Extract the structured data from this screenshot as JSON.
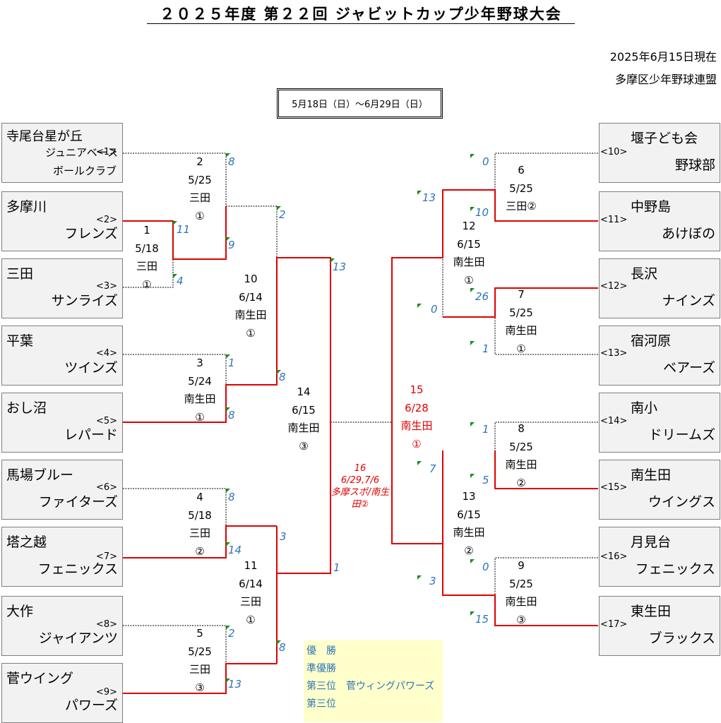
{
  "title": "２０２５年度 第２２回 ジャビットカップ少年野球大会",
  "as_of": "2025年6月15日現在",
  "organizer": "多摩区少年野球連盟",
  "date_range": "5月18日（日）～6月29日（日）",
  "teams_left": [
    {
      "lines": [
        "寺尾台星が丘",
        "ジュニアベース",
        "ボールクラブ"
      ],
      "seed": "<1>"
    },
    {
      "lines": [
        "多摩川",
        "フレンズ"
      ],
      "seed": "<2>"
    },
    {
      "lines": [
        "三田",
        "サンライズ"
      ],
      "seed": "<3>"
    },
    {
      "lines": [
        "平葉",
        "ツインズ"
      ],
      "seed": "<4>"
    },
    {
      "lines": [
        "おし沼",
        "レパード"
      ],
      "seed": "<5>"
    },
    {
      "lines": [
        "馬場ブルー",
        "ファイターズ"
      ],
      "seed": "<6>"
    },
    {
      "lines": [
        "塔之越",
        "フェニックス"
      ],
      "seed": "<7>"
    },
    {
      "lines": [
        "大作",
        "ジャイアンツ"
      ],
      "seed": "<8>"
    },
    {
      "lines": [
        "菅ウイング",
        "パワーズ"
      ],
      "seed": "<9>"
    }
  ],
  "teams_right": [
    {
      "lines": [
        "堰子ども会",
        "野球部"
      ],
      "seed": "<10>"
    },
    {
      "lines": [
        "中野島",
        "あけぼの"
      ],
      "seed": "<11>"
    },
    {
      "lines": [
        "長沢",
        "ナインズ"
      ],
      "seed": "<12>"
    },
    {
      "lines": [
        "宿河原",
        "ベアーズ"
      ],
      "seed": "<13>"
    },
    {
      "lines": [
        "南小",
        "ドリームズ"
      ],
      "seed": "<14>"
    },
    {
      "lines": [
        "南生田",
        "ウイングス"
      ],
      "seed": "<15>"
    },
    {
      "lines": [
        "月見台",
        "フェニックス"
      ],
      "seed": "<16>"
    },
    {
      "lines": [
        "東生田",
        "ブラックス"
      ],
      "seed": "<17>"
    }
  ],
  "games": [
    {
      "no": "1",
      "date": "5/18",
      "venue": "三田",
      "field": "①"
    },
    {
      "no": "2",
      "date": "5/25",
      "venue": "三田",
      "field": "①"
    },
    {
      "no": "3",
      "date": "5/24",
      "venue": "南生田",
      "field": "①"
    },
    {
      "no": "4",
      "date": "5/18",
      "venue": "三田",
      "field": "②"
    },
    {
      "no": "5",
      "date": "5/25",
      "venue": "三田",
      "field": "③"
    },
    {
      "no": "6",
      "date": "5/25",
      "venue": "三田②"
    },
    {
      "no": "7",
      "date": "5/25",
      "venue": "南生田",
      "field": "①"
    },
    {
      "no": "8",
      "date": "5/25",
      "venue": "南生田",
      "field": "②"
    },
    {
      "no": "9",
      "date": "5/25",
      "venue": "南生田",
      "field": "③"
    },
    {
      "no": "10",
      "date": "6/14",
      "venue": "南生田",
      "field": "①"
    },
    {
      "no": "11",
      "date": "6/14",
      "venue": "三田",
      "field": "①"
    },
    {
      "no": "12",
      "date": "6/15",
      "venue": "南生田",
      "field": "①"
    },
    {
      "no": "13",
      "date": "6/15",
      "venue": "南生田",
      "field": "②"
    },
    {
      "no": "14",
      "date": "6/15",
      "venue": "南生田",
      "field": "③"
    },
    {
      "no": "15",
      "date": "6/28",
      "venue": "南生田",
      "field": "①"
    }
  ],
  "game16": {
    "no": "16",
    "date": "6/29,7/6",
    "venue": "多摩スポ/南生田②"
  },
  "scores": [
    "8",
    "11",
    "4",
    "2",
    "9",
    "1",
    "8",
    "13",
    "8",
    "14",
    "3",
    "1",
    "2",
    "13",
    "8",
    "0",
    "13",
    "10",
    "0",
    "26",
    "1",
    "1",
    "7",
    "5",
    "0",
    "3",
    "15"
  ],
  "results": [
    {
      "label": "優　勝",
      "team": ""
    },
    {
      "label": "準優勝",
      "team": ""
    },
    {
      "label": "第三位",
      "team": "菅ウィングパワーズ"
    },
    {
      "label": "第三位",
      "team": ""
    }
  ],
  "colors": {
    "win_line": "#e00000",
    "line": "#000000",
    "score": "#2e75b6",
    "team_bg": "#f2f2f2",
    "results_bg": "#ffffcc",
    "flag": "#1a8c1a"
  }
}
